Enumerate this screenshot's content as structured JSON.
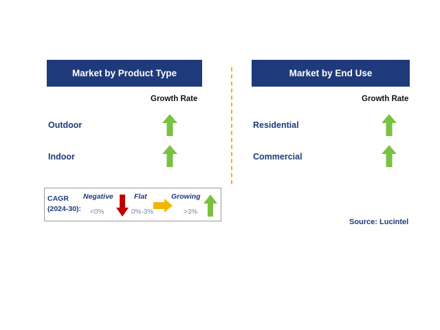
{
  "panels": [
    {
      "title": "Market by Product Type",
      "column_header": "Growth Rate",
      "rows": [
        {
          "label": "Outdoor",
          "trend": "growing"
        },
        {
          "label": "Indoor",
          "trend": "growing"
        }
      ]
    },
    {
      "title": "Market by End Use",
      "column_header": "Growth Rate",
      "rows": [
        {
          "label": "Residential",
          "trend": "growing"
        },
        {
          "label": "Commercial",
          "trend": "growing"
        }
      ]
    }
  ],
  "legend": {
    "cagr_line1": "CAGR",
    "cagr_line2": "(2024-30):",
    "items": [
      {
        "name": "Negative",
        "range": "<0%",
        "icon": "down-arrow-icon",
        "color": "#c00000"
      },
      {
        "name": "Flat",
        "range": "0%-3%",
        "icon": "right-arrow-icon",
        "color": "#f5b400"
      },
      {
        "name": "Growing",
        "range": ">3%",
        "icon": "up-arrow-icon",
        "color": "#7ac142"
      }
    ]
  },
  "source": "Source: Lucintel",
  "colors": {
    "header_bg": "#1f3a7a",
    "growing": "#7ac142",
    "flat": "#f5b400",
    "negative": "#c00000",
    "divider": "#f5b400"
  }
}
